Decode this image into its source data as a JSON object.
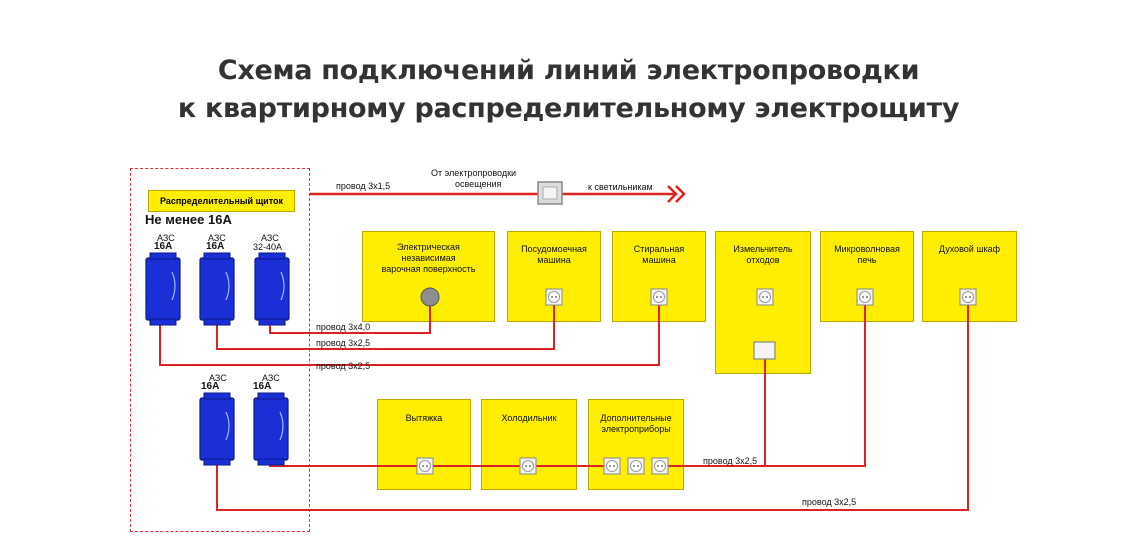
{
  "title": {
    "line1": "Схема подключений линий электропроводки",
    "line2": "к квартирному распределительному электрощиту"
  },
  "panel": {
    "label": "Распределительный щиток",
    "min_rating": "Не менее 16А"
  },
  "breakers": {
    "b1": {
      "type": "АЗС",
      "rating": "16А"
    },
    "b2": {
      "type": "АЗС",
      "rating": "16А"
    },
    "b3": {
      "type": "АЗС",
      "rating": "32-40А"
    },
    "b4": {
      "type": "АЗС",
      "rating": "16А"
    },
    "b5": {
      "type": "АЗС",
      "rating": "16А"
    }
  },
  "lighting": {
    "source_line1": "От электропроводки",
    "source_line2": "освещения",
    "wire": "провод 3х1,5",
    "target": "к светильникам"
  },
  "appliances": {
    "hob_line1": "Электрическая",
    "hob_line2": "независимая",
    "hob_line3": "варочная поверхность",
    "dishwasher_line1": "Посудомоечная",
    "dishwasher_line2": "машина",
    "washer_line1": "Стиральная",
    "washer_line2": "машина",
    "disposer_line1": "Измельчитель",
    "disposer_line2": "отходов",
    "microwave_line1": "Микроволновая",
    "microwave_line2": "печь",
    "oven": "Духовой шкаф",
    "hood": "Вытяжка",
    "fridge": "Холодильник",
    "extra_line1": "Дополнительные",
    "extra_line2": "электроприборы"
  },
  "wires": {
    "w1": "провод 3х4,0",
    "w2": "провод 3х2,5",
    "w3": "провод 3х2,5",
    "w4": "провод 3х2,5",
    "w5": "провод 3х2,5"
  },
  "colors": {
    "wire": "#dd2222",
    "box": "#ffee00",
    "breaker": "#1a2fd6",
    "title": "#333333"
  }
}
